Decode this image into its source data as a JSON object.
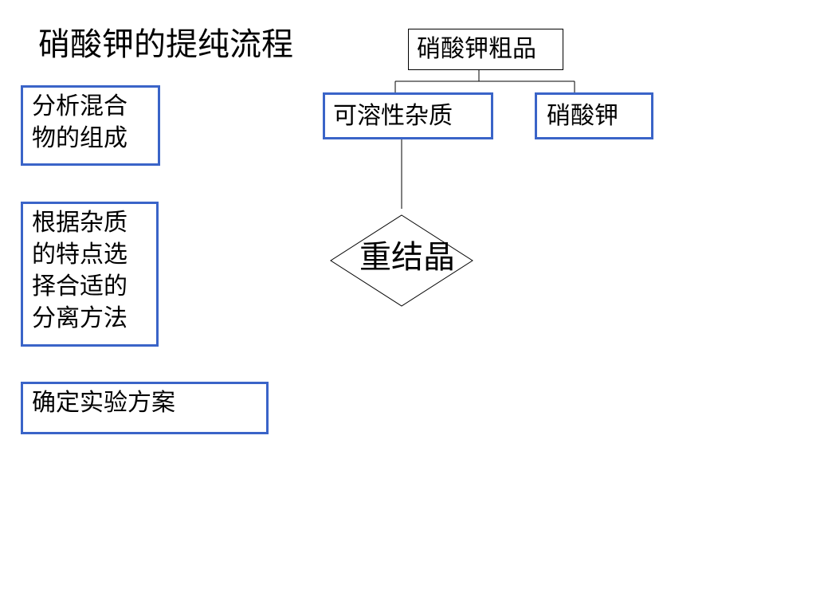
{
  "title": "硝酸钾的提纯流程",
  "steps": [
    {
      "lines": [
        "分析混合",
        "物的组成"
      ]
    },
    {
      "lines": [
        "根据杂质",
        "的特点选",
        "择合适的",
        "分离方法"
      ]
    },
    {
      "lines": [
        "确定实验方案"
      ]
    }
  ],
  "tree": {
    "root": "硝酸钾粗品",
    "children": [
      "可溶性杂质",
      "硝酸钾"
    ],
    "method": "重结晶"
  },
  "colors": {
    "box_border": "#3a64c8",
    "line": "#000000"
  }
}
